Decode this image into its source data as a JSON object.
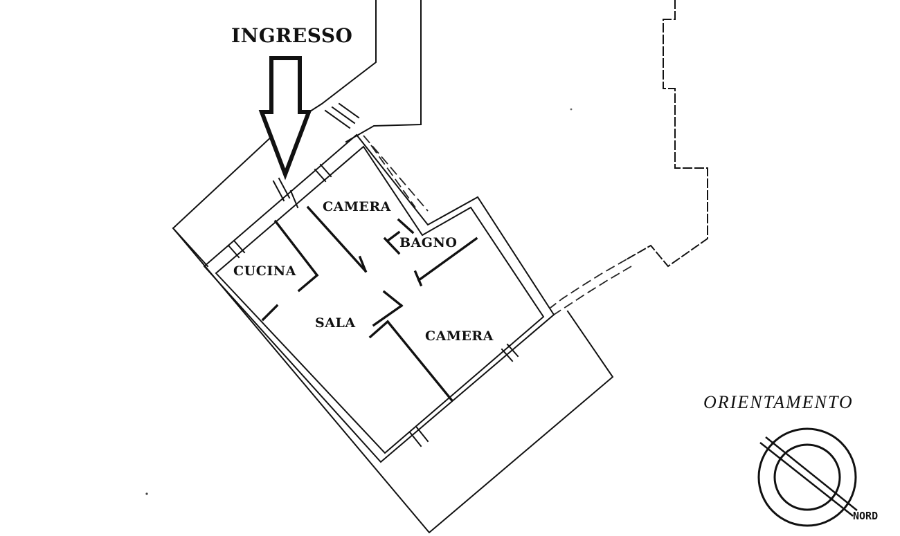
{
  "entrance": {
    "label": "INGRESSO"
  },
  "rooms": {
    "camera_top": "CAMERA",
    "bagno": "BAGNO",
    "cucina": "CUCINA",
    "sala": "SALA",
    "camera_bottom": "CAMERA"
  },
  "orientation": {
    "title": "ORIENTAMENTO",
    "north_label": "NORD"
  },
  "colors": {
    "ink": "#111111",
    "paper": "#ffffff"
  }
}
